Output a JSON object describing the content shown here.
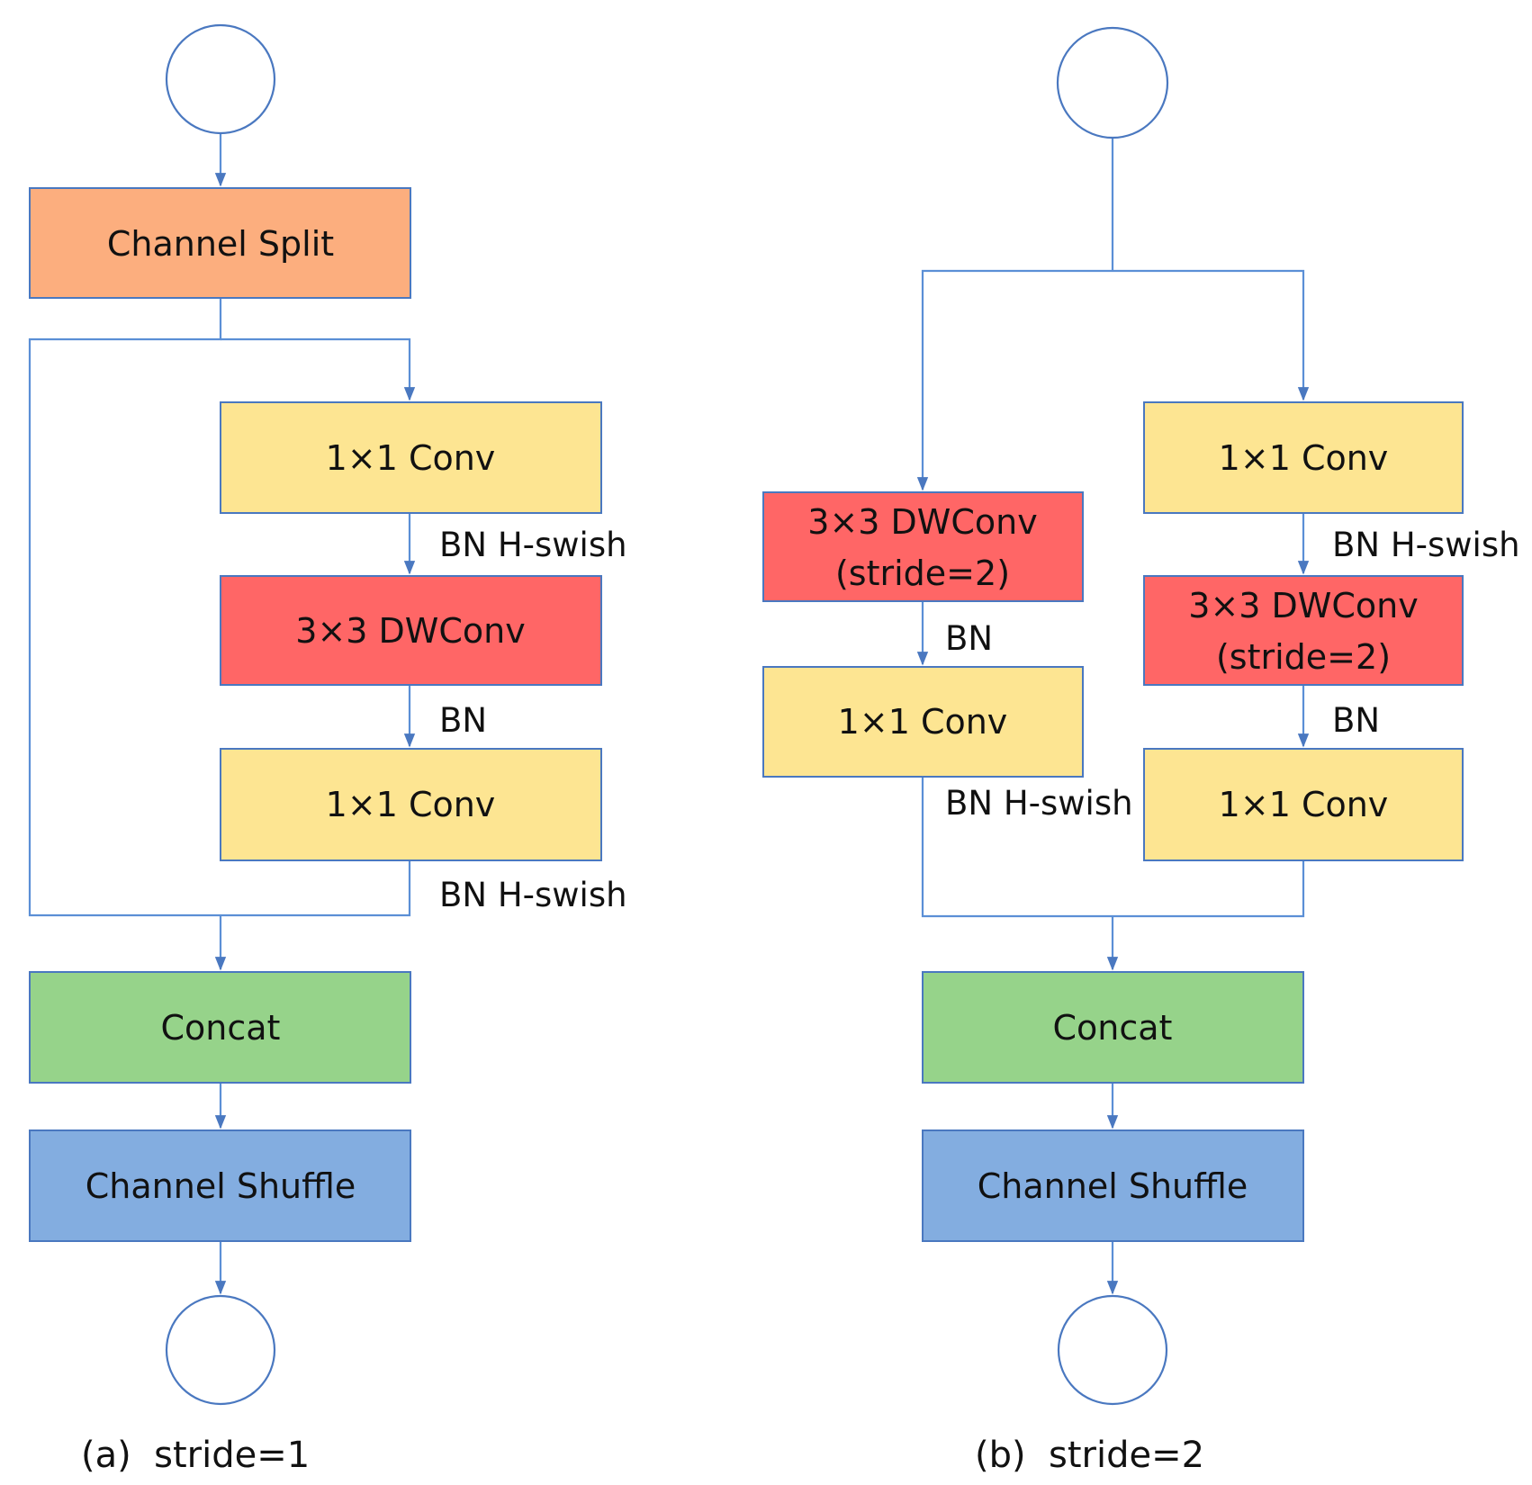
{
  "colors": {
    "split": "#FCAE7E",
    "conv1x1": "#FDE592",
    "dwconv": "#FF6666",
    "concat": "#96D38A",
    "shuffle": "#83ADE0",
    "line": "#5B8FD6",
    "border": "#4A78C0"
  },
  "panel_a": {
    "caption": "(a)  stride=1",
    "channel_split": "Channel Split",
    "conv1": "1×1 Conv",
    "edge1": "BN H-swish",
    "dwconv": "3×3 DWConv",
    "edge2": "BN",
    "conv2": "1×1 Conv",
    "edge3": "BN H-swish",
    "concat": "Concat",
    "shuffle": "Channel Shuffle"
  },
  "panel_b": {
    "caption": "(b)  stride=2",
    "left_dwconv_line1": "3×3 DWConv",
    "left_dwconv_line2": "(stride=2)",
    "left_edge1": "BN",
    "left_conv": "1×1 Conv",
    "left_edge2": "BN H-swish",
    "right_conv1": "1×1 Conv",
    "right_edge1": "BN H-swish",
    "right_dwconv_line1": "3×3 DWConv",
    "right_dwconv_line2": "(stride=2)",
    "right_edge2": "BN",
    "right_conv2": "1×1 Conv",
    "concat": "Concat",
    "shuffle": "Channel Shuffle"
  }
}
